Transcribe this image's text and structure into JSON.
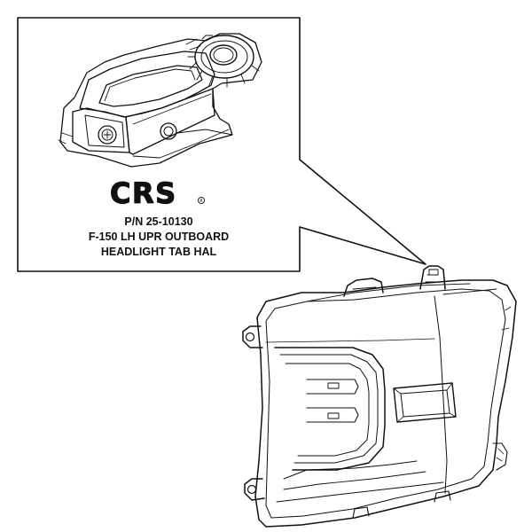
{
  "logo": {
    "text": "CRS",
    "mark": "®"
  },
  "part": {
    "number": "P/N 25-10130",
    "line1": "F-150 LH UPR OUTBOARD",
    "line2": "HEADLIGHT TAB HAL"
  },
  "colors": {
    "ink": "#111111",
    "background": "#ffffff"
  }
}
